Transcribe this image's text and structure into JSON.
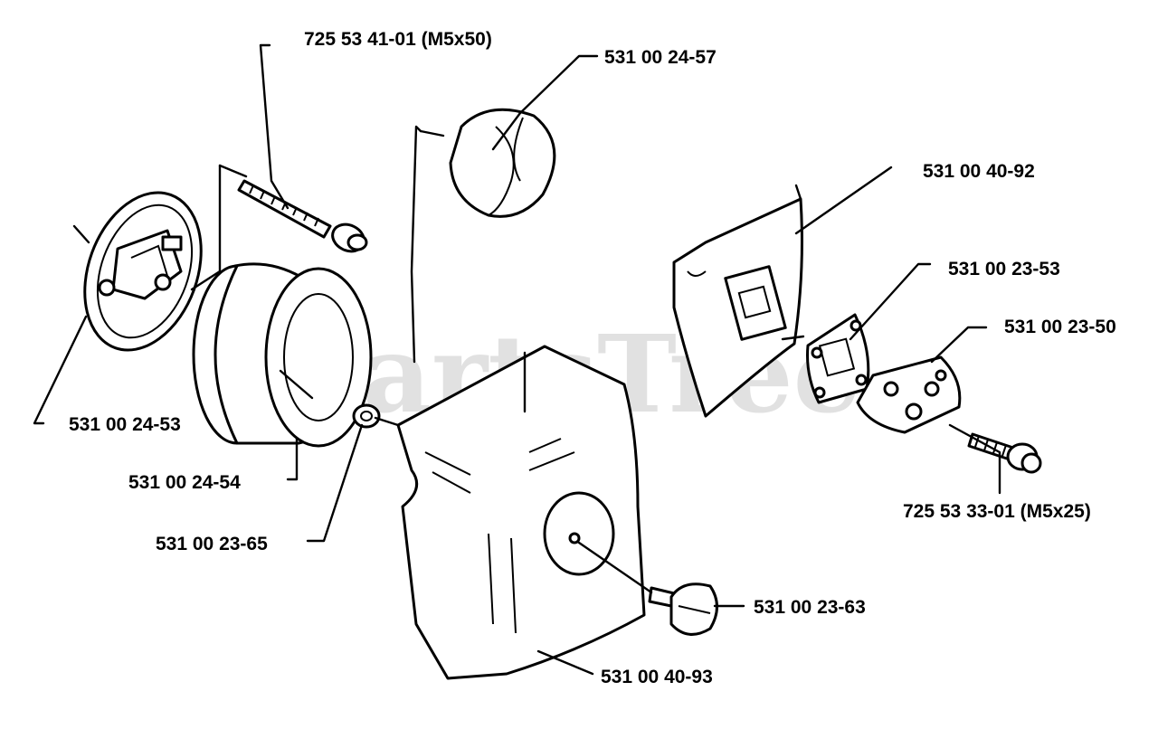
{
  "watermark": "PartsTree",
  "parts": [
    {
      "id": "screw-m5x50",
      "label": "725 53 41-01 (M5x50)"
    },
    {
      "id": "filter-cap",
      "label": "531 00 24-57"
    },
    {
      "id": "heat-shield",
      "label": "531 00 40-92"
    },
    {
      "id": "gasket",
      "label": "531 00 23-53"
    },
    {
      "id": "filter-holder",
      "label": "531 00 23-50"
    },
    {
      "id": "screw-m5x25",
      "label": "725 53 33-01 (M5x25)"
    },
    {
      "id": "knob",
      "label": "531 00 23-63"
    },
    {
      "id": "cover",
      "label": "531 00 40-93"
    },
    {
      "id": "nut",
      "label": "531 00 23-65"
    },
    {
      "id": "filter",
      "label": "531 00 24-54"
    },
    {
      "id": "filter-base",
      "label": "531 00 24-53"
    }
  ]
}
